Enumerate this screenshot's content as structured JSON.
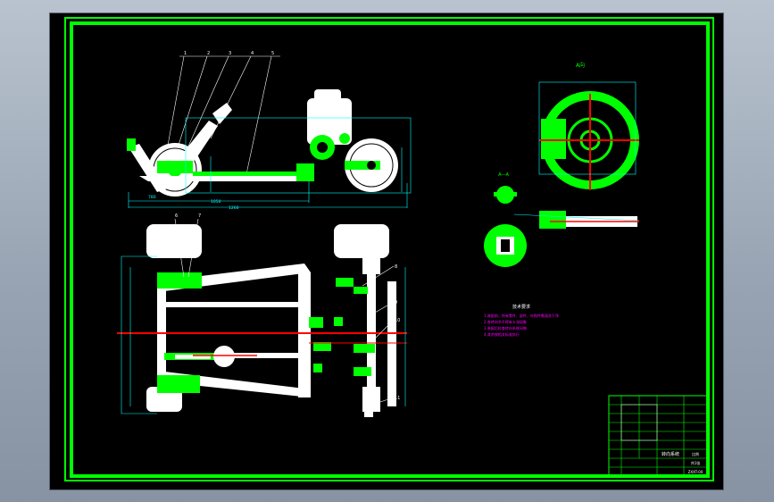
{
  "colors": {
    "background": "#000000",
    "frame": "#00ff00",
    "part": "#ffffff",
    "detail": "#00ff00",
    "dimension": "#00ffff",
    "centerline": "#ff0000",
    "note": "#ff00ff",
    "viewport_bg_gradient": [
      "#b9c3cf",
      "#8793a3"
    ]
  },
  "views": {
    "side_view": {
      "leaders": [
        "1",
        "2",
        "3",
        "4",
        "5"
      ],
      "dims": [
        "780",
        "1050",
        "1260"
      ]
    },
    "plan_view": {
      "leaders": [
        "6",
        "7",
        "8",
        "9",
        "10",
        "11"
      ]
    },
    "detail_view_top": {
      "label": "A向"
    },
    "detail_view_section": {
      "label": "A—A"
    }
  },
  "notes": {
    "title": "技术要求",
    "lines": [
      "1.装配前，所有零件、部件、外购件需清洗干净",
      "2.各转向节不得有卡滞现象",
      "3.装配后检查转向系统间隙",
      "4.其余按相关标准执行"
    ]
  },
  "title_block": {
    "drawing_name": "转向系统",
    "drawing_no": "ZXXT-00",
    "scale_label": "比例",
    "sheet": "共1张"
  }
}
